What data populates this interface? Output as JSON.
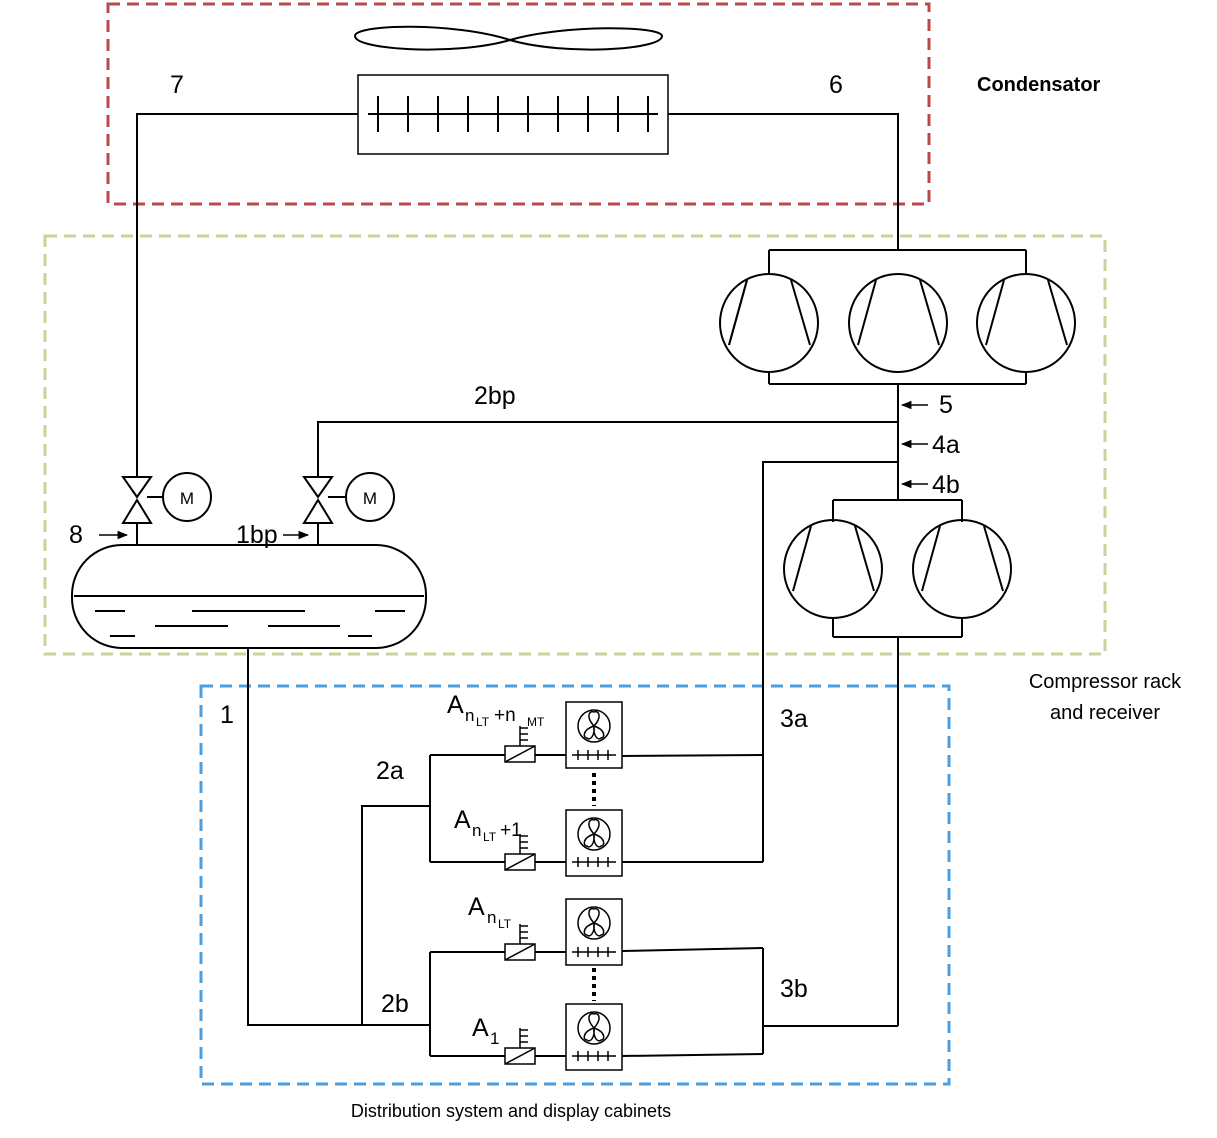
{
  "sections": {
    "condenser": {
      "label": "Condensator",
      "color": "#b94a4a"
    },
    "compressor": {
      "label_line1": "Compressor rack",
      "label_line2": "and receiver",
      "color": "#c3d69b"
    },
    "distribution": {
      "label": "Distribution system and display cabinets",
      "color": "#4a9fe0"
    }
  },
  "points": {
    "p1": "1",
    "p2a": "2a",
    "p2b": "2b",
    "p2bp": "2bp",
    "p3a": "3a",
    "p3b": "3b",
    "p4a": "4a",
    "p4b": "4b",
    "p5": "5",
    "p6": "6",
    "p7": "7",
    "p8": "8",
    "p1bp": "1bp"
  },
  "cabinets": {
    "mt_top": {
      "main": "A",
      "sub1": "n",
      "sub2": "LT",
      "rest": "+n",
      "sub3": "MT"
    },
    "mt_first": {
      "main": "A",
      "sub1": "n",
      "sub2": "LT",
      "rest": "+1"
    },
    "lt_top": {
      "main": "A",
      "sub1": "n",
      "sub2": "LT"
    },
    "lt_first": {
      "main": "A",
      "sub1": "1"
    }
  },
  "valves": {
    "motor_symbol": "M"
  },
  "icons": [
    "fan-icon",
    "condenser-coil-icon",
    "compressor-icon",
    "expansion-valve-icon",
    "motor-valve-icon",
    "receiver-tank-icon",
    "display-cabinet-icon"
  ]
}
